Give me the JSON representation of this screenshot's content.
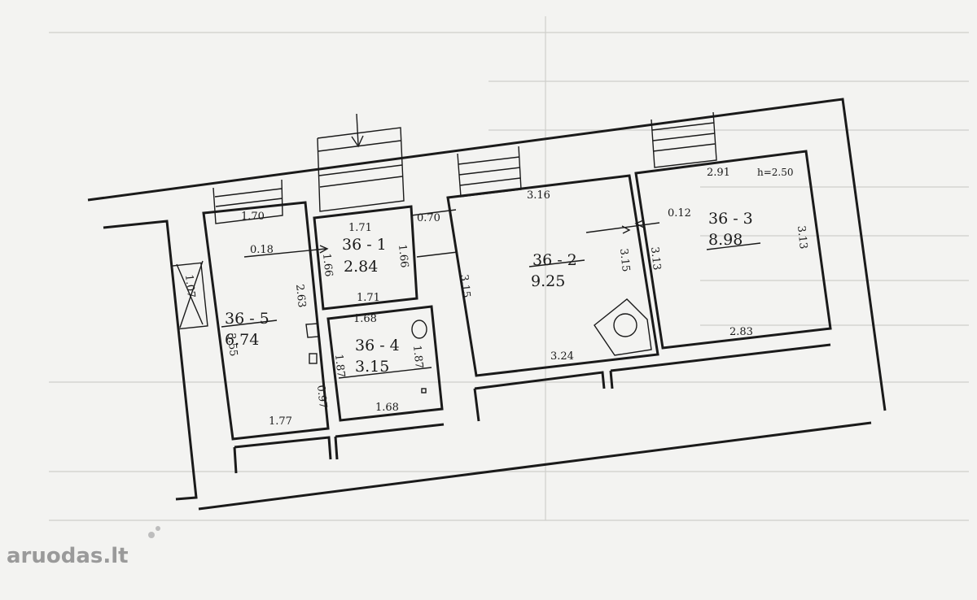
{
  "rooms": [
    {
      "id": "36-1",
      "code": "36 - 1",
      "area": "2.84"
    },
    {
      "id": "36-2",
      "code": "36 - 2",
      "area": "9.25"
    },
    {
      "id": "36-3",
      "code": "36 - 3",
      "area": "8.98"
    },
    {
      "id": "36-4",
      "code": "36 - 4",
      "area": "3.15"
    },
    {
      "id": "36-5",
      "code": "36 - 5",
      "area": "6.74"
    }
  ],
  "dimensions": {
    "r5_top": "1.70",
    "r5_wall_gap": "0.18",
    "r5_left": "3.55",
    "r5_right": "2.63",
    "r5_bottom": "1.77",
    "r5_door": "0.97",
    "r5_vent": "1.07",
    "r1_top": "1.71",
    "r1_left": "1.66",
    "r1_right": "1.66",
    "r1_bottom": "1.71",
    "r1_r2_gap": "0.70",
    "r4_top": "1.68",
    "r4_left": "1.87",
    "r4_right": "1.87",
    "r4_bottom": "1.68",
    "r2_top": "3.16",
    "r2_left": "3.15",
    "r2_right": "3.15",
    "r2_bottom": "3.24",
    "r2_r3_gap": "0.12",
    "r3_top": "2.91",
    "r3_left": "3.13",
    "r3_right": "3.13",
    "r3_bottom": "2.83",
    "ceiling_height": "h=2.50"
  },
  "watermark": {
    "text": "aruodas",
    "suffix": ".lt"
  }
}
